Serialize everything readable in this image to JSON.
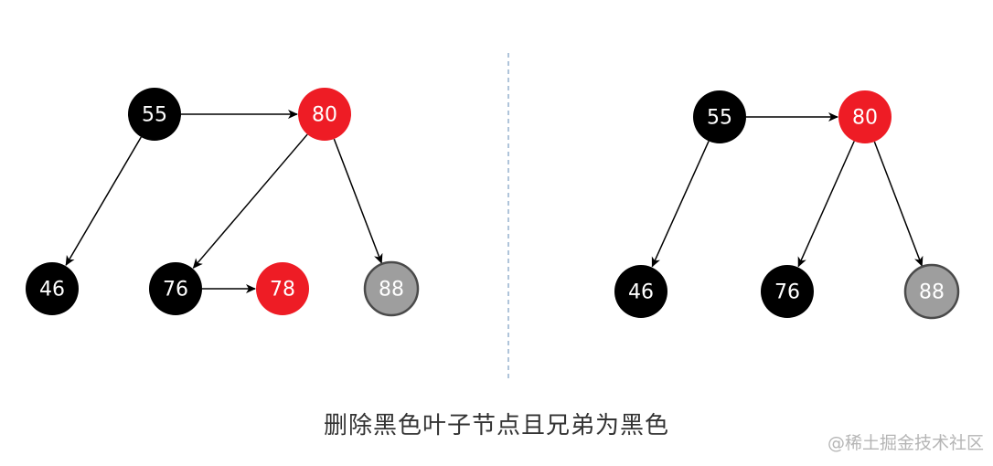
{
  "colors": {
    "black_node": "#000000",
    "red_node": "#ee1c25",
    "gray_node": "#9e9e9e",
    "gray_node_stroke": "#4a4a4a",
    "edge": "#000000",
    "divider": "#7a9cc0"
  },
  "left_tree": {
    "nodes": [
      {
        "id": "L55",
        "label": "55",
        "color": "black"
      },
      {
        "id": "L80",
        "label": "80",
        "color": "red"
      },
      {
        "id": "L46",
        "label": "46",
        "color": "black"
      },
      {
        "id": "L76",
        "label": "76",
        "color": "black"
      },
      {
        "id": "L78",
        "label": "78",
        "color": "red"
      },
      {
        "id": "L88",
        "label": "88",
        "color": "gray"
      }
    ],
    "edges": [
      [
        "L55",
        "L80"
      ],
      [
        "L55",
        "L46"
      ],
      [
        "L80",
        "L76"
      ],
      [
        "L80",
        "L88"
      ],
      [
        "L76",
        "L78"
      ]
    ]
  },
  "right_tree": {
    "nodes": [
      {
        "id": "R55",
        "label": "55",
        "color": "black"
      },
      {
        "id": "R80",
        "label": "80",
        "color": "red"
      },
      {
        "id": "R46",
        "label": "46",
        "color": "black"
      },
      {
        "id": "R76",
        "label": "76",
        "color": "black"
      },
      {
        "id": "R88",
        "label": "88",
        "color": "gray"
      }
    ],
    "edges": [
      [
        "R55",
        "R80"
      ],
      [
        "R55",
        "R46"
      ],
      [
        "R80",
        "R76"
      ],
      [
        "R80",
        "R88"
      ]
    ]
  },
  "caption": "删除黑色叶子节点且兄弟为黑色",
  "watermark": "@稀土掘金技术社区"
}
